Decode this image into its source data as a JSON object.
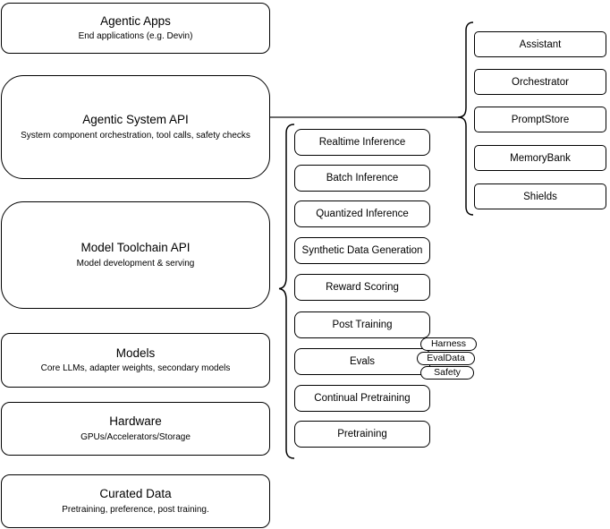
{
  "stack": {
    "boxes": [
      {
        "title": "Agentic Apps",
        "subtitle": "End applications (e.g. Devin)"
      },
      {
        "title": "Agentic System API",
        "subtitle": "System component orchestration, tool calls, safety checks"
      },
      {
        "title": "Model Toolchain API",
        "subtitle": "Model development & serving"
      },
      {
        "title": "Models",
        "subtitle": "Core LLMs, adapter weights, secondary models"
      },
      {
        "title": "Hardware",
        "subtitle": "GPUs/Accelerators/Storage"
      },
      {
        "title": "Curated Data",
        "subtitle": "Pretraining, preference, post training."
      }
    ]
  },
  "toolchain": {
    "items": [
      "Realtime Inference",
      "Batch Inference",
      "Quantized Inference",
      "Synthetic Data Generation",
      "Reward Scoring",
      "Post Training",
      "Evals",
      "Continual Pretraining",
      "Pretraining"
    ],
    "eval_tags": [
      "Harness",
      "EvalData",
      "Safety"
    ]
  },
  "system_components": {
    "items": [
      "Assistant",
      "Orchestrator",
      "PromptStore",
      "MemoryBank",
      "Shields"
    ]
  },
  "colors": {
    "background": "#ffffff",
    "box_fill": "#ffffff",
    "stroke": "#000000",
    "connector": "#555555"
  }
}
